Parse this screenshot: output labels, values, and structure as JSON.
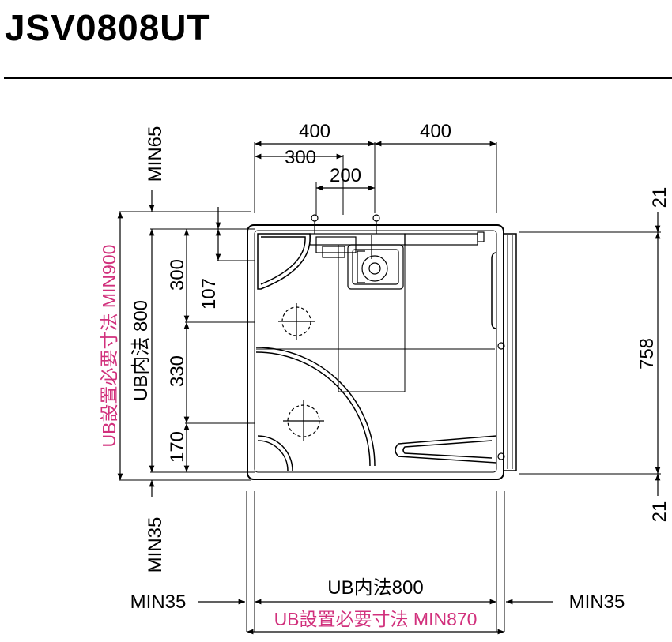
{
  "title": "JSV0808UT",
  "colors": {
    "line": "#000000",
    "accent": "#d1307c"
  },
  "dims": {
    "top_left_400": "400",
    "top_right_400": "400",
    "top_300": "300",
    "top_200": "200",
    "min65": "MIN65",
    "min35_left_vertical": "MIN35",
    "left_300": "300",
    "left_107": "107",
    "left_330": "330",
    "left_170": "170",
    "ub_inner_vertical": "UB内法 800",
    "ub_required_vertical": "UB設置必要寸法 MIN900",
    "right_21_top": "21",
    "right_758": "758",
    "right_21_bottom": "21",
    "bottom_min35_left": "MIN35",
    "bottom_min35_right": "MIN35",
    "bottom_ub_inner": "UB内法800",
    "bottom_ub_required": "UB設置必要寸法 MIN870"
  }
}
